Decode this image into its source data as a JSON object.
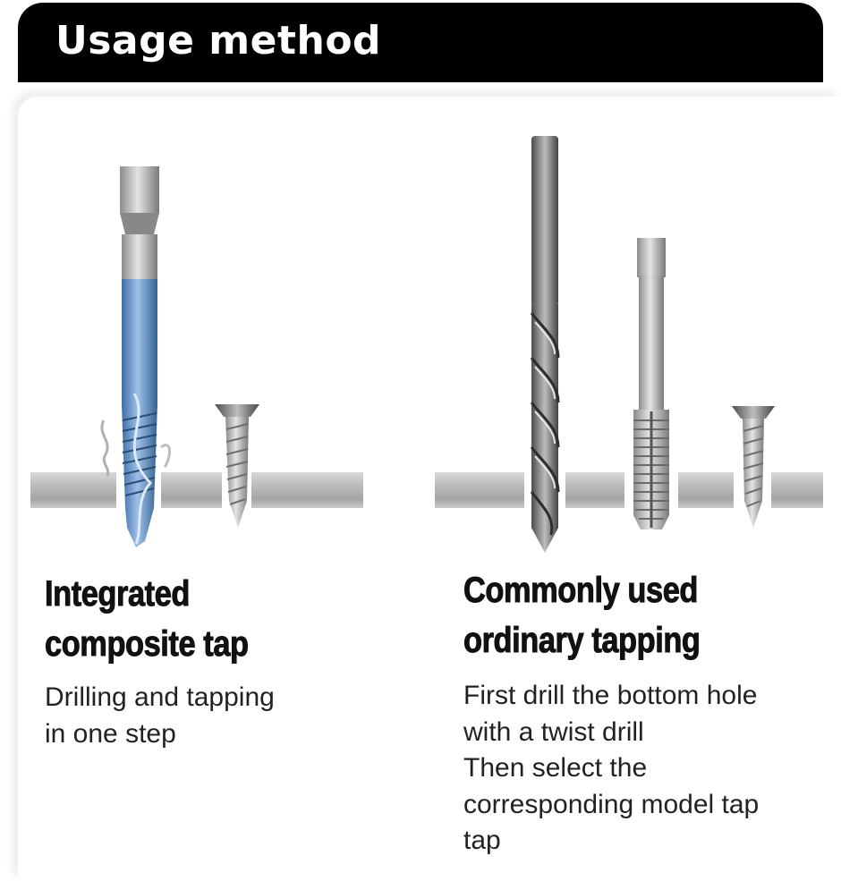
{
  "header": {
    "title": "Usage method"
  },
  "left": {
    "heading_lines": [
      "Integrated",
      "composite tap"
    ],
    "desc_lines": [
      "Drilling and tapping",
      "in one step"
    ],
    "tool_color": "#4a7fc1"
  },
  "right": {
    "heading_lines": [
      "Commonly used",
      "ordinary tapping"
    ],
    "desc_lines": [
      "First drill the bottom hole",
      "with a twist drill",
      "Then select the",
      "corresponding model tap",
      "tap"
    ]
  },
  "colors": {
    "header_bg": "#000000",
    "header_text": "#ffffff",
    "steel": "#a9a9a9"
  }
}
